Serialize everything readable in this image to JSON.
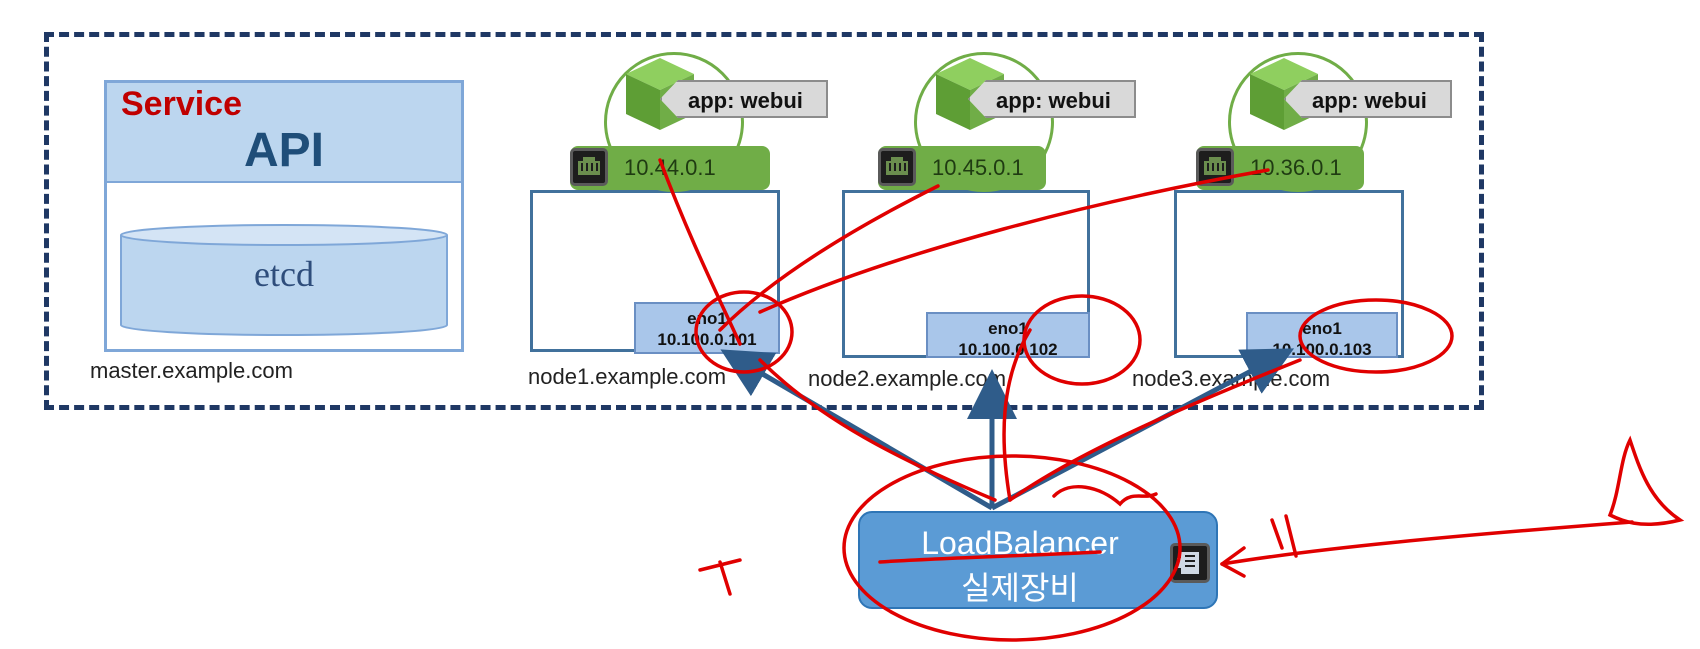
{
  "master": {
    "service_label": "Service",
    "api_label": "API",
    "etcd_label": "etcd",
    "hostname": "master.example.com"
  },
  "nodes": [
    {
      "app_tag": "app: webui",
      "pod_ip": "10.44.0.1",
      "eth_name": "eno1",
      "eth_ip": "10.100.0.101",
      "hostname": "node1.example.com"
    },
    {
      "app_tag": "app: webui",
      "pod_ip": "10.45.0.1",
      "eth_name": "eno1",
      "eth_ip": "10.100.0.102",
      "hostname": "node2.example.com"
    },
    {
      "app_tag": "app: webui",
      "pod_ip": "10.36.0.1",
      "eth_name": "eno1",
      "eth_ip": "10.100.0.103",
      "hostname": "node3.example.com"
    }
  ],
  "load_balancer": {
    "title": "LoadBalancer",
    "subtitle": "실제장비"
  },
  "colors": {
    "cluster_border": "#1f3864",
    "pod_green": "#70ad47",
    "annotation_red": "#e00000",
    "arrow_blue": "#2f5c8a",
    "service_red": "#c00000"
  }
}
